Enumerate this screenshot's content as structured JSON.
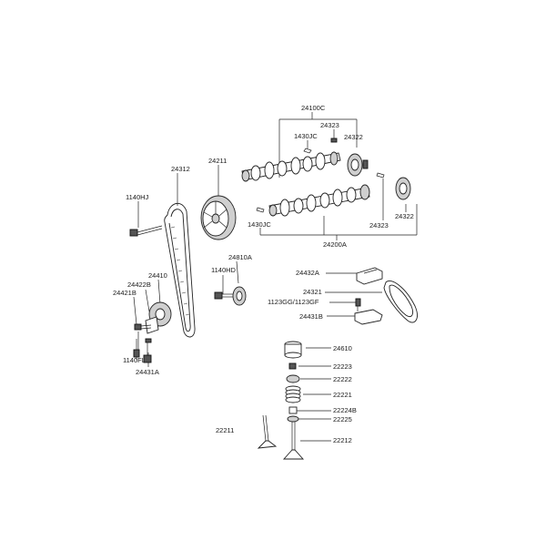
{
  "labels": {
    "l24100c": "24100C",
    "l24323a": "24323",
    "l1430jc_top": "1430JC",
    "l24322_top": "24322",
    "l24312": "24312",
    "l24211": "24211",
    "l1140hj": "1140HJ",
    "l1430jc_bot": "1430JC",
    "l24323b": "24323",
    "l24322_bot": "24322",
    "l24200a": "24200A",
    "l24810a": "24810A",
    "l1140hd": "1140HD",
    "l24410": "24410",
    "l24422b": "24422B",
    "l24421b": "24421B",
    "l1140fl": "1140FL",
    "l24431a": "24431A",
    "l24432a": "24432A",
    "l24321": "24321",
    "l1123gg": "1123GG/1123GF",
    "l24431b": "24431B",
    "l24610": "24610",
    "l22223": "22223",
    "l22222": "22222",
    "l22221": "22221",
    "l22224b": "22224B",
    "l22225": "22225",
    "l22211": "22211",
    "l22212": "22212"
  }
}
